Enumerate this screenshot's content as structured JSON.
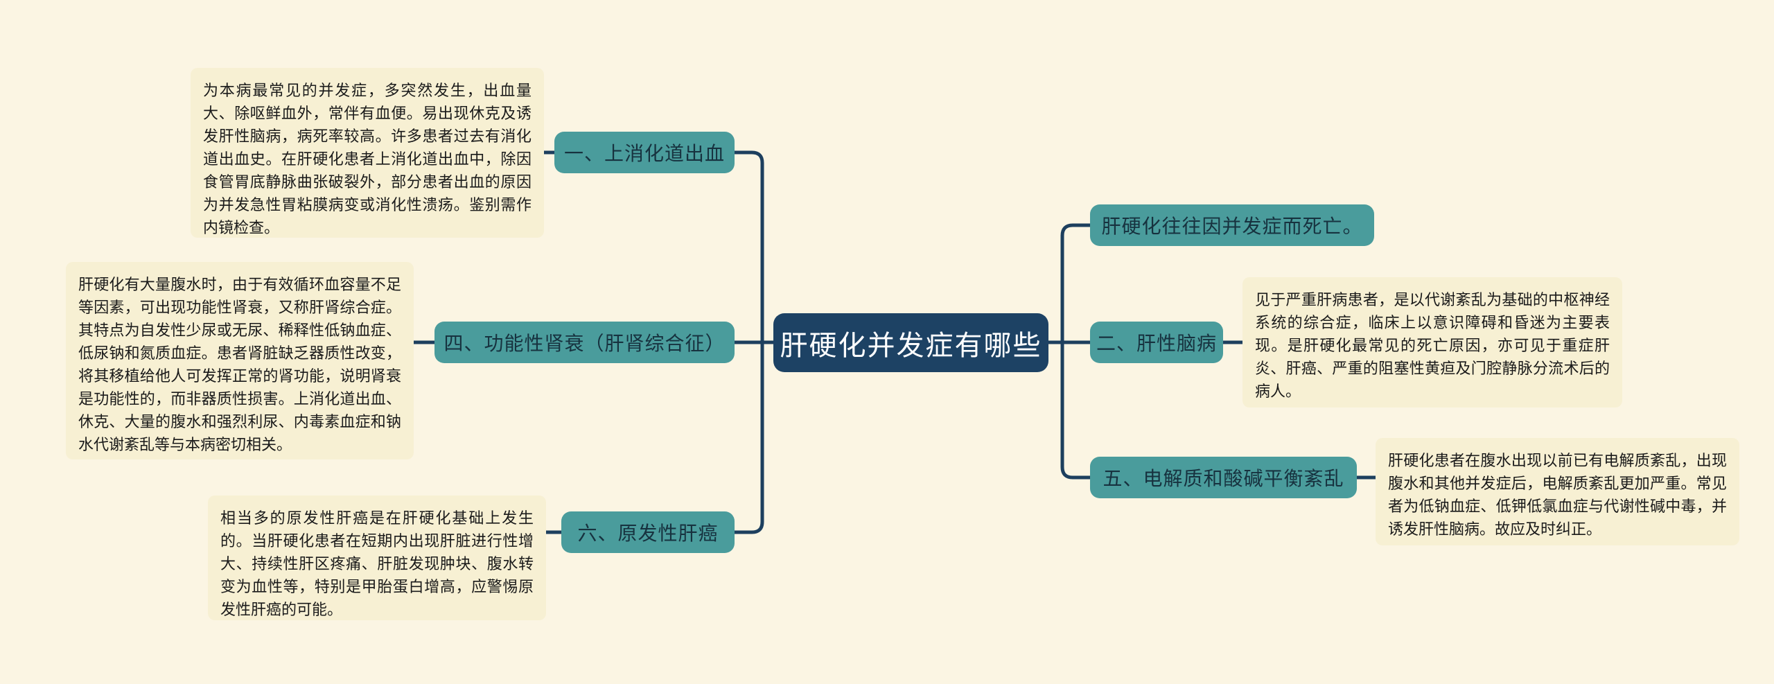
{
  "diagram": {
    "type": "mind-map",
    "background_color": "#fbf5e3",
    "root_color": "#1d4264",
    "branch_color": "#4a9c9c",
    "note_color": "#f7f0d3",
    "connector_color": "#1d3f5e"
  },
  "root": {
    "label": "肝硬化并发症有哪些"
  },
  "branches": [
    {
      "id": "b1",
      "label": "一、上消化道出血",
      "side": "left",
      "note": "为本病最常见的并发症，多突然发生，出血量大、除呕鲜血外，常伴有血便。易出现休克及诱发肝性脑病，病死率较高。许多患者过去有消化道出血史。在肝硬化患者上消化道出血中，除因食管胃底静脉曲张破裂外，部分患者出血的原因为并发急性胃粘膜病变或消化性溃疡。鉴别需作内镜检查。"
    },
    {
      "id": "b2",
      "label": "四、功能性肾衰（肝肾综合征）",
      "side": "left",
      "note": "肝硬化有大量腹水时，由于有效循环血容量不足等因素，可出现功能性肾衰，又称肝肾综合症。其特点为自发性少尿或无尿、稀释性低钠血症、低尿钠和氮质血症。患者肾脏缺乏器质性改变，将其移植给他人可发挥正常的肾功能，说明肾衰是功能性的，而非器质性损害。上消化道出血、休克、大量的腹水和强烈利尿、内毒素血症和钠水代谢紊乱等与本病密切相关。"
    },
    {
      "id": "b3",
      "label": "六、原发性肝癌",
      "side": "left",
      "note": "相当多的原发性肝癌是在肝硬化基础上发生的。当肝硬化患者在短期内出现肝脏进行性增大、持续性肝区疼痛、肝脏发现肿块、腹水转变为血性等，特别是甲胎蛋白增高，应警惕原发性肝癌的可能。"
    },
    {
      "id": "b4",
      "label": "肝硬化往往因并发症而死亡。",
      "side": "right",
      "note": ""
    },
    {
      "id": "b5",
      "label": "二、肝性脑病",
      "side": "right",
      "note": "见于严重肝病患者，是以代谢紊乱为基础的中枢神经系统的综合症，临床上以意识障碍和昏迷为主要表现。是肝硬化最常见的死亡原因，亦可见于重症肝炎、肝癌、严重的阻塞性黄疸及门腔静脉分流术后的病人。"
    },
    {
      "id": "b6",
      "label": "五、电解质和酸碱平衡紊乱",
      "side": "right",
      "note": "肝硬化患者在腹水出现以前已有电解质紊乱，出现腹水和其他并发症后，电解质紊乱更加严重。常见者为低钠血症、低钾低氯血症与代谢性碱中毒，并诱发肝性脑病。故应及时纠正。"
    }
  ]
}
